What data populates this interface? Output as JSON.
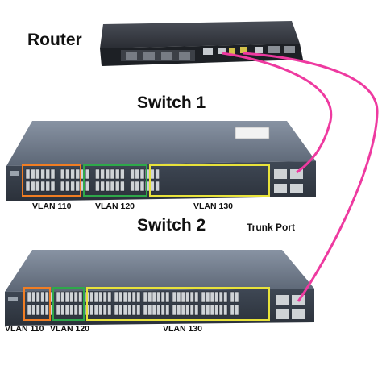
{
  "router": {
    "label": "Router"
  },
  "switch1": {
    "label": "Switch 1",
    "groups": [
      {
        "label": "VLAN 110",
        "color": "#f07d23"
      },
      {
        "label": "VLAN 120",
        "color": "#2ea84a"
      },
      {
        "label": "VLAN 130",
        "color": "#e8e23a"
      }
    ]
  },
  "switch2": {
    "label": "Switch 2",
    "groups": [
      {
        "label": "VLAN 110",
        "color": "#f07d23"
      },
      {
        "label": "VLAN 120",
        "color": "#2ea84a"
      },
      {
        "label": "VLAN 130",
        "color": "#e8e23a"
      }
    ]
  },
  "trunk": {
    "label": "Trunk Port",
    "color": "#ee3aa0"
  },
  "colors": {
    "switch_body": "#3b4450",
    "switch_top": "#6b7686",
    "router_body": "#24272c",
    "port": "#cfd3d6"
  }
}
